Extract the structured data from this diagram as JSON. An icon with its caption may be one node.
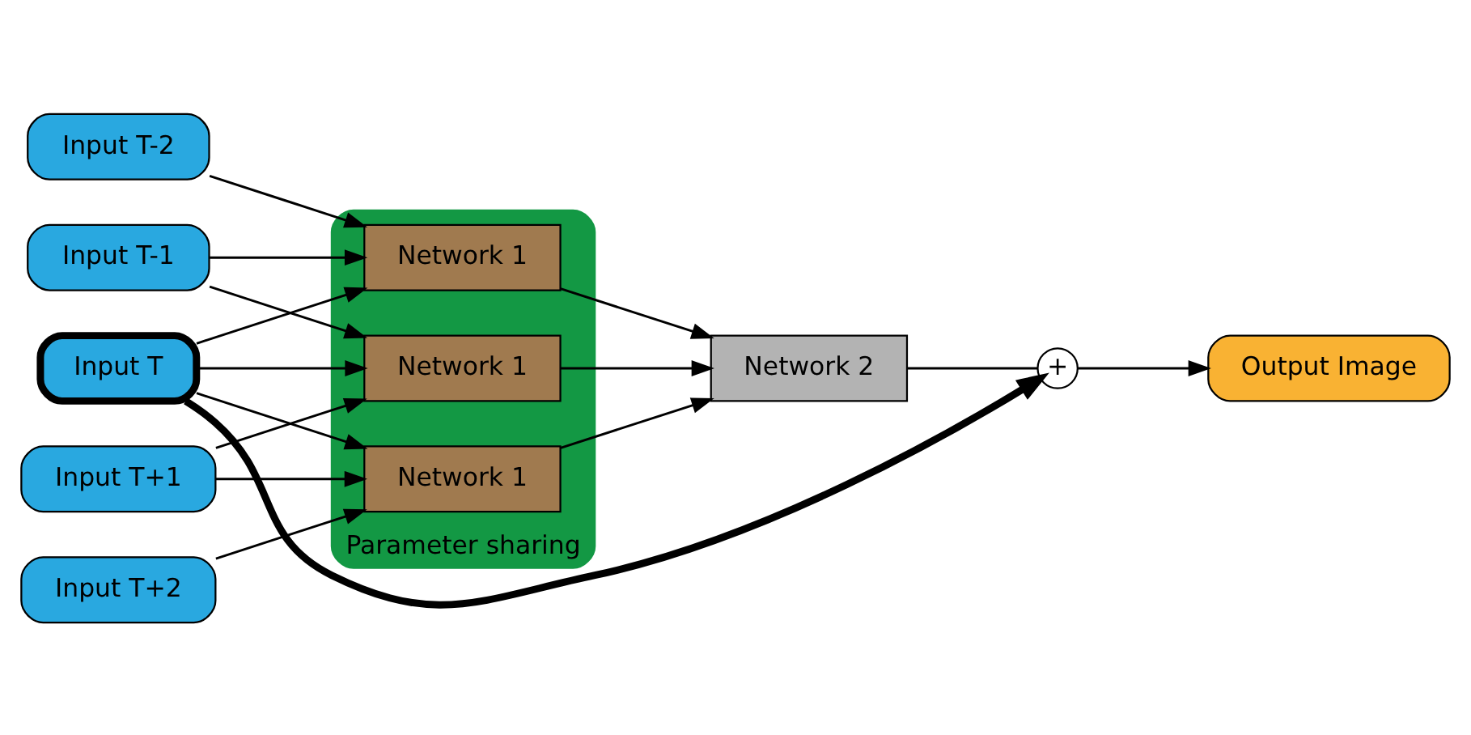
{
  "diagram": {
    "nodes": [
      {
        "text": [
          "Input T-2"
        ]
      },
      {
        "text": [
          "Input T-1"
        ]
      },
      {
        "text": [
          "Input T"
        ]
      },
      {
        "text": [
          "Input T+1"
        ]
      },
      {
        "text": [
          "Input T+2"
        ]
      },
      {
        "text": [
          "Parameter sharing"
        ]
      },
      {
        "text": [
          "Network 1"
        ],
        "in": 5
      },
      {
        "text": [
          "Network 1"
        ],
        "in": 5
      },
      {
        "text": [
          "Network 1"
        ],
        "in": 5
      },
      {
        "text": [
          "Network 2"
        ]
      },
      {
        "text": [
          "+"
        ]
      },
      {
        "text": [
          "Output Image"
        ]
      }
    ],
    "edges": [
      {
        "from": 0,
        "to": 6,
        "arrow": "to"
      },
      {
        "from": 1,
        "to": 6,
        "arrow": "to"
      },
      {
        "from": 1,
        "to": 7,
        "arrow": "to"
      },
      {
        "from": 2,
        "to": 6,
        "arrow": "to"
      },
      {
        "from": 2,
        "to": 7,
        "arrow": "to"
      },
      {
        "from": 2,
        "to": 8,
        "arrow": "to"
      },
      {
        "from": 3,
        "to": 7,
        "arrow": "to"
      },
      {
        "from": 3,
        "to": 8,
        "arrow": "to"
      },
      {
        "from": 4,
        "to": 8,
        "arrow": "to"
      },
      {
        "from": 6,
        "to": 9,
        "arrow": "to"
      },
      {
        "from": 7,
        "to": 9,
        "arrow": "to"
      },
      {
        "from": 8,
        "to": 9,
        "arrow": "to"
      },
      {
        "from": 9,
        "to": 10,
        "arrow": "none"
      },
      {
        "from": 2,
        "to": 10,
        "arrow": "to",
        "style": "thick"
      },
      {
        "from": 10,
        "to": 11,
        "arrow": "to"
      }
    ]
  }
}
